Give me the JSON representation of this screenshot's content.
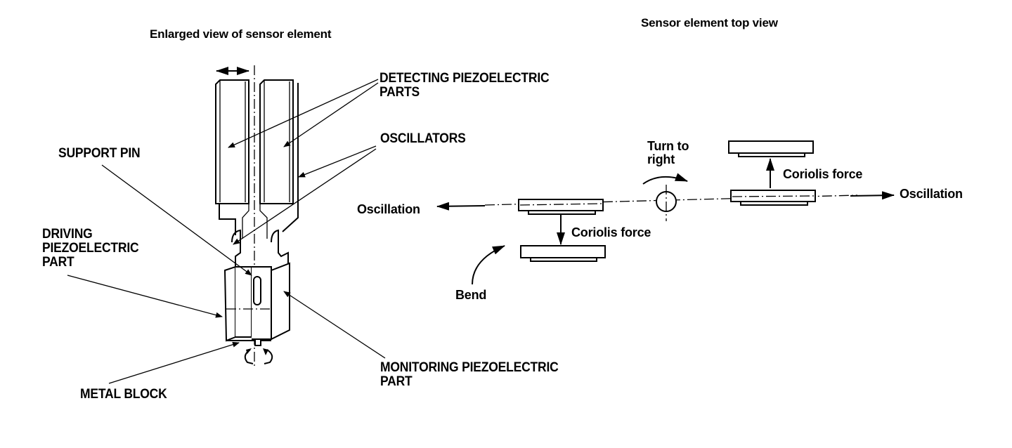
{
  "diagram": {
    "left_panel": {
      "title": "Enlarged view of sensor element",
      "labels": {
        "detecting_line1": "DETECTING PIEZOELECTRIC",
        "detecting_line2": "PARTS",
        "oscillators": "OSCILLATORS",
        "support_pin": "SUPPORT PIN",
        "driving_line1": "DRIVING",
        "driving_line2": "PIEZOELECTRIC",
        "driving_line3": "PART",
        "monitoring_line1": "MONITORING PIEZOELECTRIC",
        "monitoring_line2": "PART",
        "metal_block": "METAL BLOCK"
      }
    },
    "right_panel": {
      "title": "Sensor element top view",
      "labels": {
        "oscillation_left": "Oscillation",
        "oscillation_right": "Oscillation",
        "coriolis_left": "Coriolis force",
        "coriolis_right": "Coriolis force",
        "turn_line1": "Turn to",
        "turn_line2": "right",
        "bend": "Bend"
      }
    }
  }
}
